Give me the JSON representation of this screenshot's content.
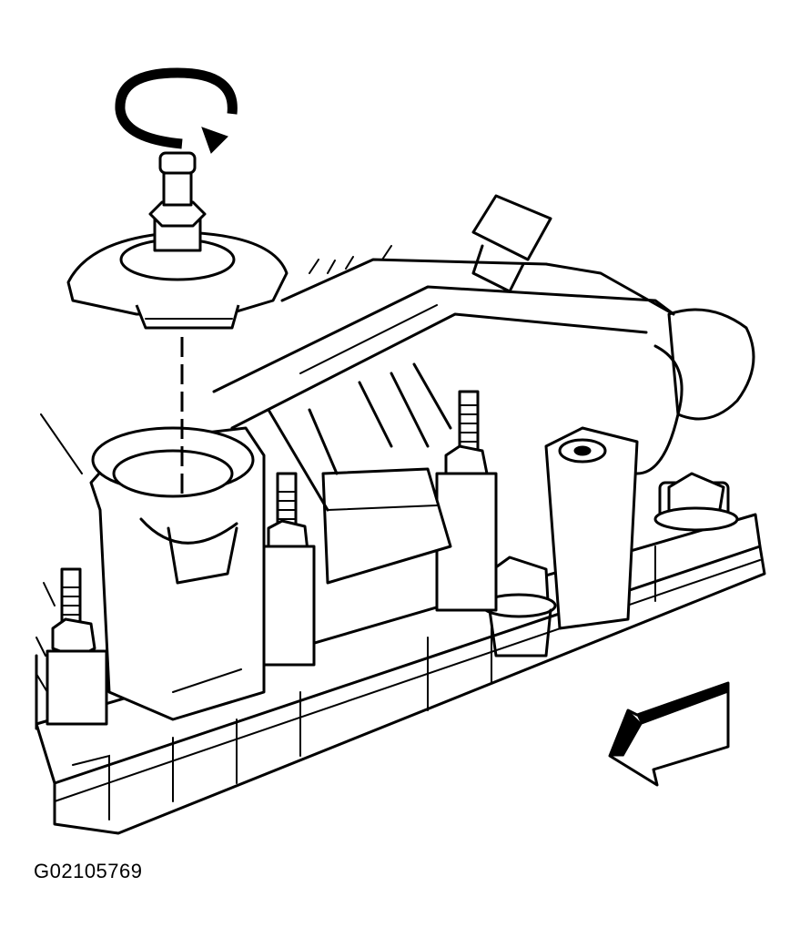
{
  "figure": {
    "code": "G02105769"
  },
  "callouts": {
    "rotation_arrow_icon": "counterclockwise-rotation-arrow",
    "direction_arrow_icon": "front-direction-arrow"
  },
  "colors": {
    "ink": "#000000",
    "paper": "#ffffff"
  }
}
